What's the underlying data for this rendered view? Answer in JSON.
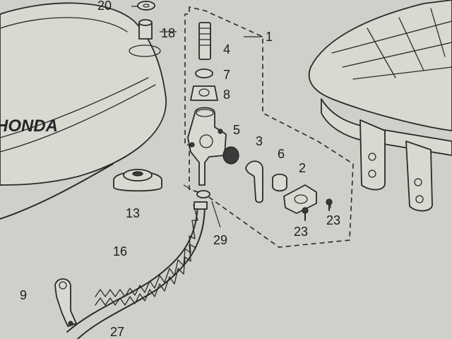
{
  "brand_text": "HONDA",
  "labels": {
    "p1": "1",
    "p2": "2",
    "p3": "3",
    "p4": "4",
    "p5": "5",
    "p6": "6",
    "p7": "7",
    "p8": "8",
    "p9": "9",
    "p13": "13",
    "p16": "16",
    "p18": "18",
    "p20": "20",
    "p23a": "23",
    "p23b": "23",
    "p27": "27",
    "p29": "29"
  }
}
